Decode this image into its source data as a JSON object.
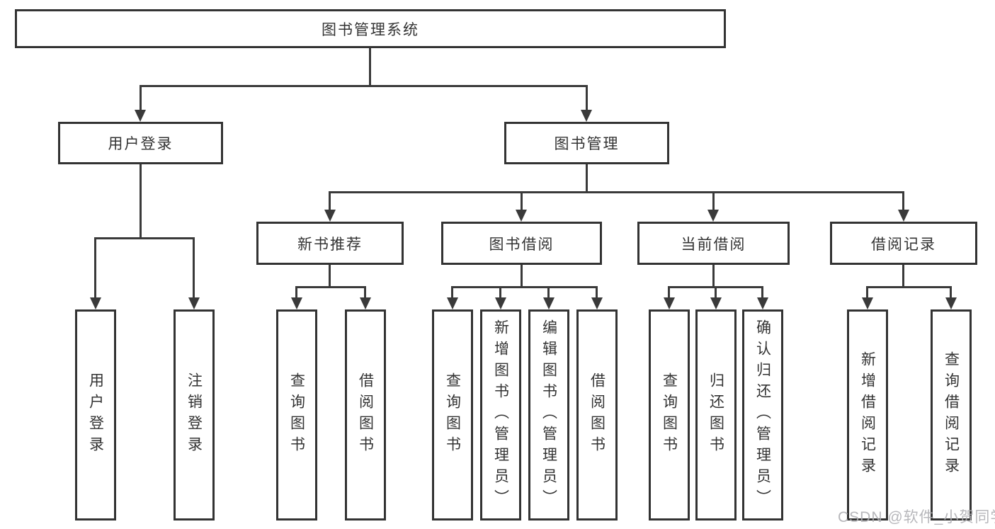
{
  "tree": {
    "root": "图书管理系统",
    "branches": [
      {
        "label": "用户登录",
        "children": [
          "用户登录",
          "注销登录"
        ]
      },
      {
        "label": "图书管理",
        "children": [
          {
            "label": "新书推荐",
            "children": [
              "查询图书",
              "借阅图书"
            ]
          },
          {
            "label": "图书借阅",
            "children": [
              "查询图书",
              "新增图书（管理员）",
              "编辑图书（管理员）",
              "借阅图书"
            ]
          },
          {
            "label": "当前借阅",
            "children": [
              "查询图书",
              "归还图书",
              "确认归还（管理员）"
            ]
          },
          {
            "label": "借阅记录",
            "children": [
              "新增借阅记录",
              "查询借阅记录"
            ]
          }
        ]
      }
    ]
  },
  "watermark": {
    "text": "CSDN @软件_小贺同学"
  },
  "colors": {
    "line": "#3a3a3a",
    "border": "#333333",
    "text": "#333333",
    "watermark": "#afafb4",
    "background": "#ffffff"
  }
}
